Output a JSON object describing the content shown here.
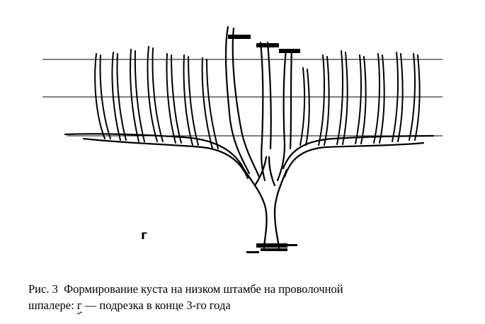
{
  "figure": {
    "panel_label": "г"
  },
  "caption": {
    "line1": "Рис. 3  Формирование куста на низком штамбе на проволочной",
    "line2_prefix": "шпалере: ",
    "line2_letter": "г",
    "line2_suffix": " — подрезка в конце 3-го года"
  }
}
